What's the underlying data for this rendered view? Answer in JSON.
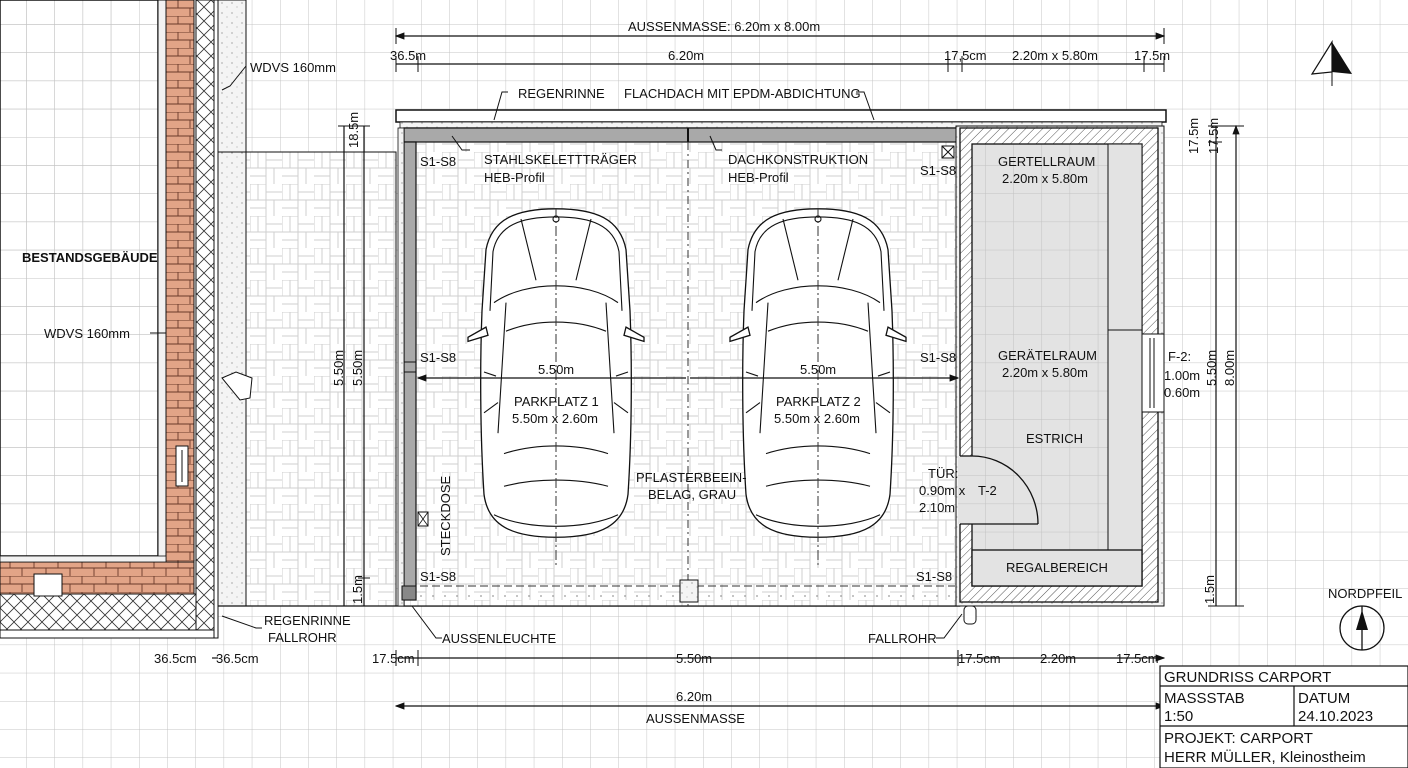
{
  "drawing": {
    "existing_building": {
      "label": "BESTANDSGEBÄUDE",
      "insulation_label_inner": "WDVS 160mm",
      "insulation_label_outer": "WDVS 160mm",
      "gutter_label_line1": "REGENRINNE",
      "gutter_label_line2": "FALLROHR",
      "dim_wall_left": "36.5cm",
      "dim_wall_right": "36.5cm"
    },
    "top_dimensions": {
      "overall": "AUSSENMASSE: 6.20m x 8.00m",
      "seg_1": "36.5m",
      "seg_2": "6.20m",
      "seg_3": "17,5cm",
      "seg_4": "2.20m x 5.80m",
      "seg_5": "17.5m"
    },
    "roof": {
      "gutter_label": "REGENRINNE",
      "roof_label": "FLACHDACH MIT EPDM-ABDICHTUNG"
    },
    "structure": {
      "beam_label_line1": "STAHLSKELETTTRÄGER",
      "beam_label_line2": "HEB-Profil",
      "roof_construction_line1": "DACHKONSTRUKTION",
      "roof_construction_line2": "HEB-Profil",
      "support_tag": "S1-S8"
    },
    "parking": [
      {
        "name": "PARKPLATZ 1",
        "size": "5.50m x 2.60m",
        "dim": "5.50m"
      },
      {
        "name": "PARKPLATZ 2",
        "size": "5.50m x 2.60m",
        "dim": "5.50m"
      }
    ],
    "paving": {
      "line1": "PFLASTERBEEIN-",
      "line2": "BELAG, GRAU"
    },
    "socket_label": "STECKDOSE",
    "storage": {
      "room_a_name": "GERTELLRAUM",
      "room_a_size": "2.20m x 5.80m",
      "room_b_name": "GERÄTELRAUM",
      "room_b_size": "2.20m x 5.80m",
      "floor": "ESTRICH",
      "shelf": "REGALBEREICH",
      "door_line1": "TÜR:",
      "door_line2": "0.90m x",
      "door_line3": "2.10m",
      "door_tag": "T-2",
      "window_line1": "F-2:",
      "window_line2": "1.00m",
      "window_line3": "0.60m"
    },
    "left_dimensions": {
      "top": "18.5m",
      "main_a": "5.50m",
      "main_b": "5.50m",
      "bottom": "1.5m"
    },
    "right_dimensions": {
      "top_a": "17.5m",
      "top_b": "17.5m",
      "main": "5.50m",
      "overall": "8.00m",
      "bottom": "1.5m"
    },
    "bottom_callouts": {
      "light": "AUSSENLEUCHTE",
      "downpipe": "FALLROHR"
    },
    "bottom_dimensions": {
      "seg_1": "17.5cm",
      "seg_2": "5.50m",
      "seg_3": "17.5cm",
      "seg_4": "2.20m",
      "seg_5": "17.5cm",
      "overall": "6.20m",
      "overall_label": "AUSSENMASSE"
    },
    "north_arrow_label": "NORDPFEIL"
  },
  "title_block": {
    "title": "GRUNDRISS CARPORT",
    "scale_label": "MASSSTAB",
    "scale_value": "1:50",
    "date_label": "DATUM",
    "date_value": "24.10.2023",
    "project_line1": "PROJEKT: CARPORT",
    "project_line2": "HERR MÜLLER, Kleinostheim"
  },
  "colors": {
    "grid": "#c8c8c8",
    "brick": "#e0a084",
    "storage_fill": "#e4e4e4",
    "beam_fill": "#a8a8a8",
    "ink": "#111111"
  }
}
